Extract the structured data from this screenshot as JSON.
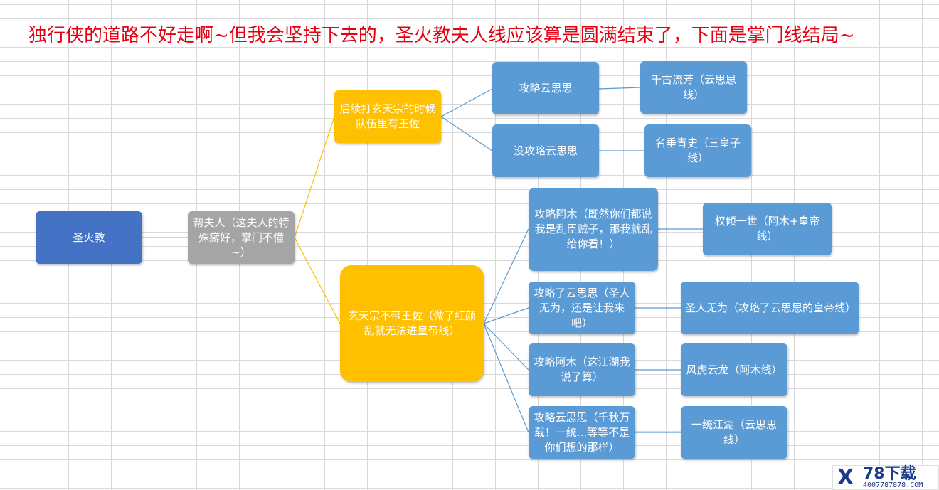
{
  "title": "独行侠的道路不好走啊~但我会坚持下去的，圣火教夫人线应该算是圆满结束了，下面是掌门线结局~",
  "colors": {
    "title": "#e60012",
    "root": "#4472c4",
    "branch": "#a5a5a5",
    "decision": "#ffc000",
    "leaf": "#5b9bd5",
    "link_gold": "#ffc000",
    "link_blue": "#5b9bd5"
  },
  "nodes": {
    "root": "圣火教",
    "help_lady": "帮夫人（这夫人的特殊癖好，掌门不懂~）",
    "with_wangzuo": "后续打玄天宗的时候队伍里有王佐",
    "without_wangzuo": "玄天宗不带王佐（做了红颜乱就无法进皇帝线）",
    "woo_yunsisi_a": "攻略云思思",
    "no_yunsisi": "没攻略云思思",
    "woo_amu_rebel": "攻略阿木（既然你们都说我是乱臣贼子，那我就乱给你看！）",
    "wooed_yunsisi_sage": "攻略了云思思（圣人无为，还是让我来吧）",
    "woo_amu_jianghu": "攻略阿木（这江湖我说了算）",
    "woo_yunsisi_unify": "攻略云思思（千秋万载！一统...等等不是你们想的那样）"
  },
  "endings": {
    "qiangu": "千古流芳（云思思线）",
    "mingchui": "名垂青史（三皇子线）",
    "quanqing": "权倾一世（阿木+皇帝线）",
    "shengren": "圣人无为（攻略了云思思的皇帝线）",
    "fenghu": "风虎云龙（阿木线）",
    "yitong": "一统江湖（云思思线）"
  },
  "logo": {
    "mark": "X",
    "name": "78下载",
    "sub": "4007787878.COM"
  }
}
